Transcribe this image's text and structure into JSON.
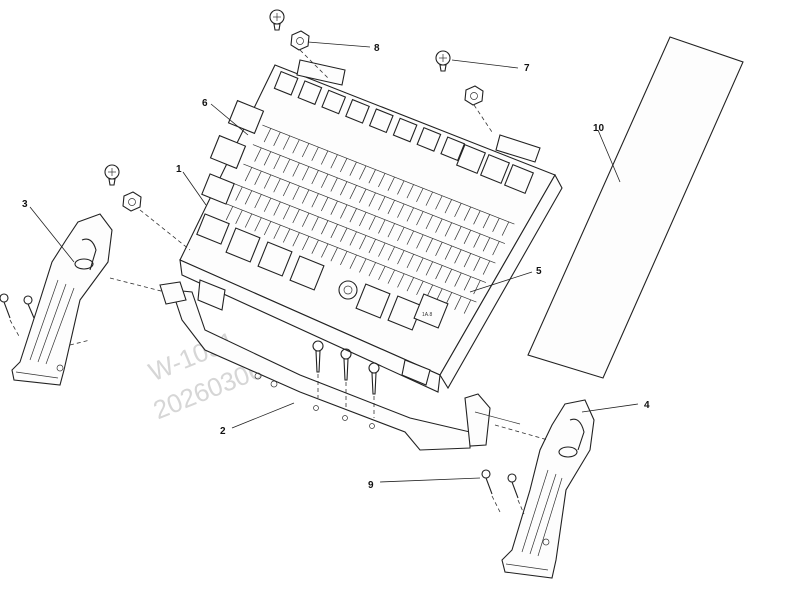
{
  "callouts": [
    {
      "id": "1",
      "text": "1"
    },
    {
      "id": "2",
      "text": "2"
    },
    {
      "id": "3",
      "text": "3"
    },
    {
      "id": "4",
      "text": "4"
    },
    {
      "id": "5",
      "text": "5"
    },
    {
      "id": "6",
      "text": "6"
    },
    {
      "id": "7",
      "text": "7"
    },
    {
      "id": "8",
      "text": "8"
    },
    {
      "id": "9",
      "text": "9"
    },
    {
      "id": "10",
      "text": "10"
    }
  ],
  "watermark": {
    "line1": "W-1051",
    "line2": "20260306"
  },
  "relay_label": "1A.8"
}
